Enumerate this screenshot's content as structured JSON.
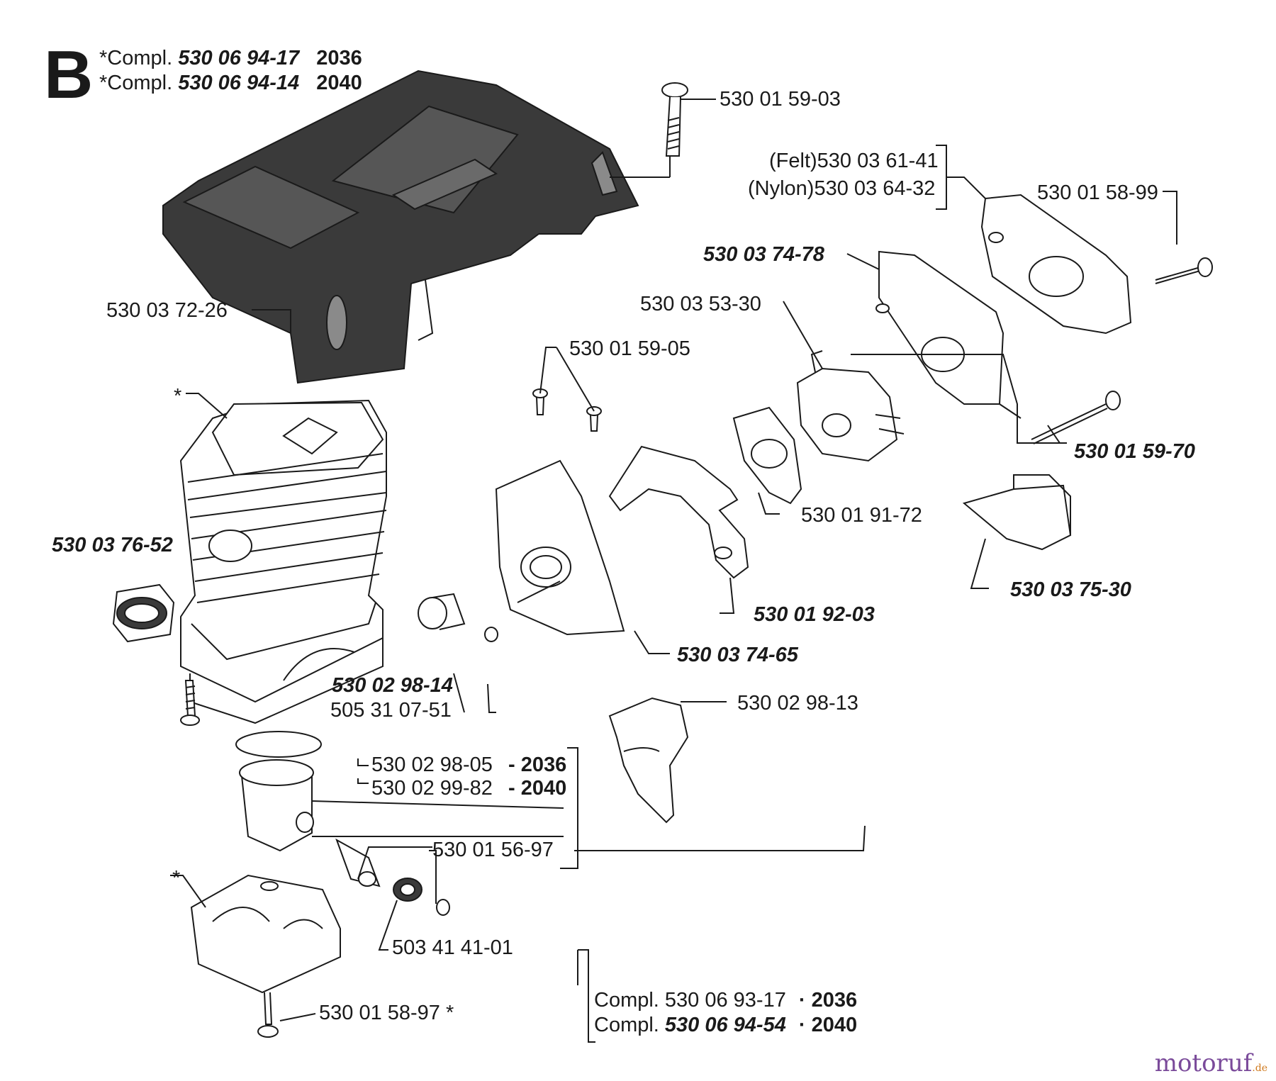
{
  "section_letter": "B",
  "header": [
    {
      "prefix": "*Compl.",
      "code": "530 06 94-17",
      "model": "2036"
    },
    {
      "prefix": "*Compl.",
      "code": "530 06 94-14",
      "model": "2040"
    }
  ],
  "labels": {
    "screw_top": "530 01 59-03",
    "felt_filter": "(Felt)530 03 61-41",
    "nylon_filter": "(Nylon)530 03 64-32",
    "filter_cover": "530 01 58-99",
    "air_filter_holder": "530 03 74-78",
    "carburetor": "530 03 53-30",
    "cylinder_cover": "530 03 72-26",
    "screws_mid": "530 01 59-05",
    "long_screw": "530 01 59-70",
    "gasket": "530 01 91-72",
    "intake_muffler_cap": "530 03 76-52",
    "choke_control": "530 03 75-30",
    "bracket": "530 01 92-03",
    "intake_adapter": "530 03 74-65",
    "sleeve": "530 02 98-14",
    "bushing": "505 31 07-51",
    "duct": "530 02 98-13",
    "piston_2036": "530 02 98-05",
    "piston_2040": "530 02 99-82",
    "circlip": "530 01 56-97",
    "bearing": "503 41 41-01",
    "crankcase_screw": "530 01 58-97 *",
    "star_cylinder": "*",
    "star_crankcase": "*"
  },
  "models": {
    "a": "- 2036",
    "b": "- 2040"
  },
  "footer": [
    {
      "prefix": "Compl.",
      "code": "530 06 93-17",
      "model": "· 2036"
    },
    {
      "prefix": "Compl.",
      "code": "530 06 94-54",
      "model": "· 2040"
    }
  ],
  "watermark": {
    "main": "motoruf",
    "suffix": ".de"
  },
  "colors": {
    "ink": "#1a1a1a",
    "cover_fill": "#3a3a3a",
    "part_fill": "#ffffff",
    "watermark_a": "#7a4a9a",
    "watermark_b": "#d07a1e"
  }
}
